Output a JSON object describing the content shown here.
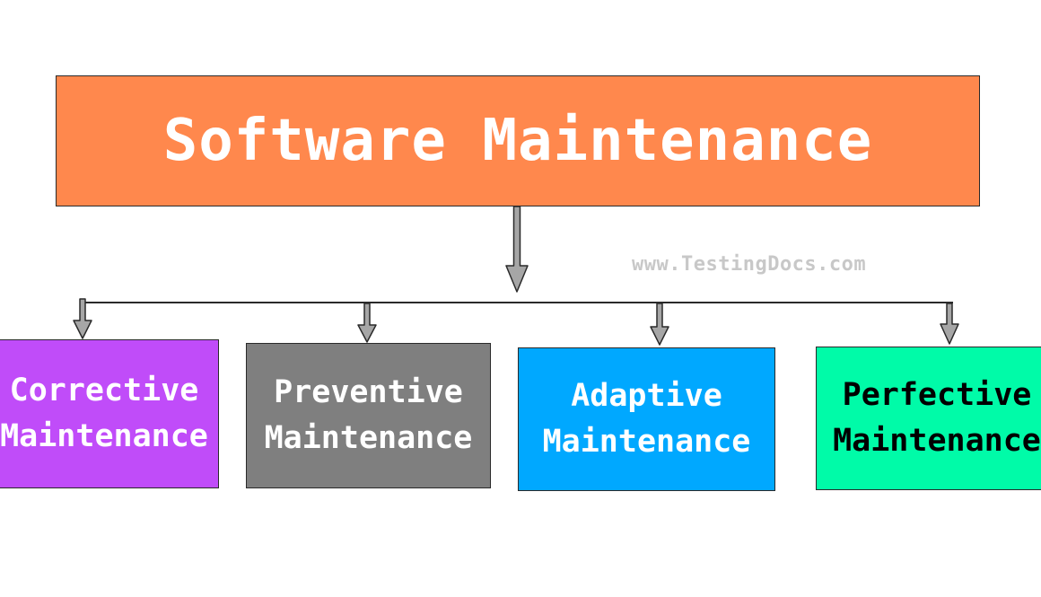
{
  "root": {
    "label": "Software Maintenance",
    "color": "#ff884d",
    "text_color": "#ffffff"
  },
  "children": [
    {
      "line1": "Corrective",
      "line2": "Maintenance",
      "color": "#c04cf9",
      "text_color": "#ffffff"
    },
    {
      "line1": "Preventive",
      "line2": "Maintenance",
      "color": "#7f7f7f",
      "text_color": "#ffffff"
    },
    {
      "line1": "Adaptive",
      "line2": "Maintenance",
      "color": "#00a8ff",
      "text_color": "#ffffff"
    },
    {
      "line1": "Perfective",
      "line2": "Maintenance",
      "color": "#00fba8",
      "text_color": "#000000"
    }
  ],
  "watermark": "www.TestingDocs.com",
  "arrow_color": "#a6a6a6"
}
